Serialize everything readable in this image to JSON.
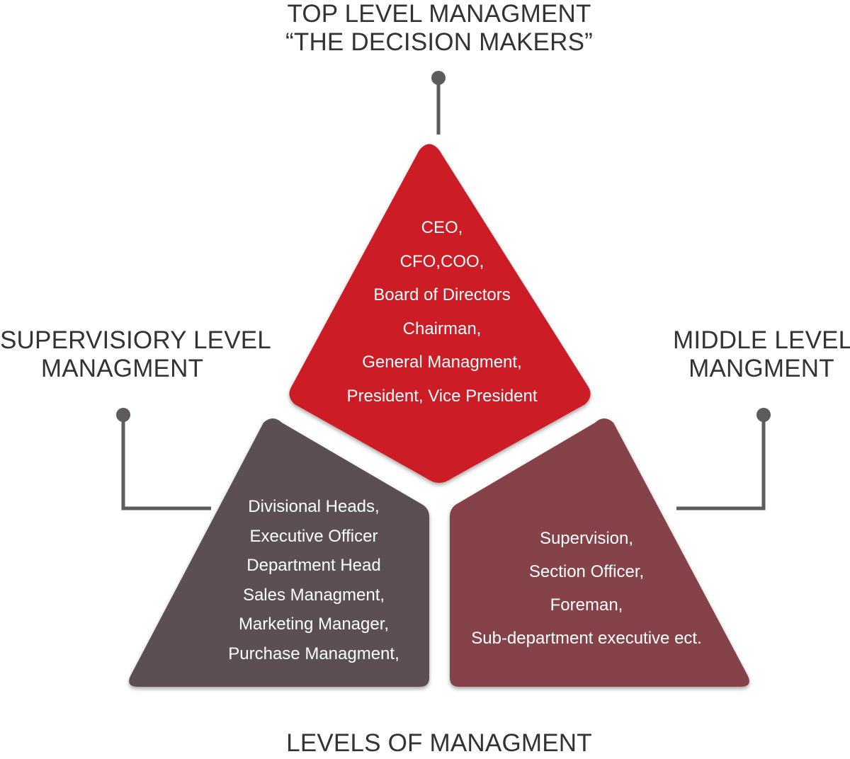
{
  "top_title": [
    "TOP LEVEL MANAGMENT",
    "“THE DECISION MAKERS”"
  ],
  "left_title": [
    "SUPERVISIORY LEVEL",
    "MANAGMENT"
  ],
  "right_title": [
    "MIDDLE LEVEL",
    "MANGMENT"
  ],
  "bottom_title": "LEVELS OF MANAGMENT",
  "top_box": [
    "CEO,",
    "CFO,COO,",
    "Board of Directors",
    "Chairman,",
    "General Managment,",
    "President, Vice President"
  ],
  "left_box": [
    "Divisional Heads,",
    "Executive Officer",
    "Department Head",
    "Sales Managment,",
    "Marketing Manager,",
    "Purchase Managment,"
  ],
  "right_box": [
    "Supervision,",
    "Section Officer,",
    "Foreman,",
    "Sub-department executive ect."
  ],
  "colors": {
    "top_segment": "#cc1e27",
    "left_segment": "#5b5052",
    "right_segment": "#854348",
    "connector": "#5e5b5c",
    "text_dark": "#333333"
  }
}
